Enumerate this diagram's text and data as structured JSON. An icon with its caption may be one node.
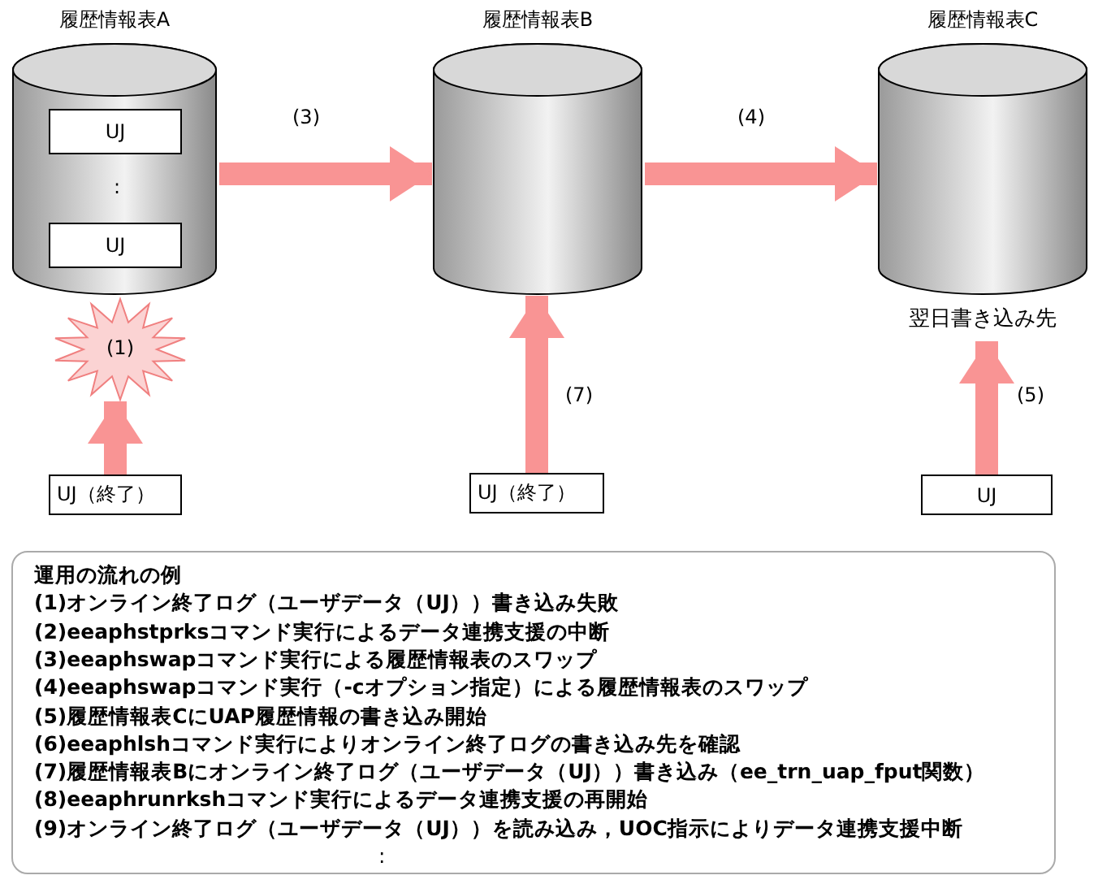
{
  "diagram": {
    "nodes": [
      {
        "text": [
          "履歴情報表A"
        ]
      },
      {
        "text": [
          "UJ"
        ],
        "in": 0
      },
      {
        "text": [
          "UJ"
        ],
        "in": 0
      },
      {
        "text": [
          "履歴情報表B"
        ]
      },
      {
        "text": [
          "履歴情報表C"
        ]
      },
      {
        "text": [
          "(1)"
        ]
      },
      {
        "text": [
          "翌日書き込み先"
        ]
      },
      {
        "text": [
          "UJ（終了）"
        ]
      },
      {
        "text": [
          "UJ（終了）"
        ]
      },
      {
        "text": [
          "UJ"
        ]
      },
      {
        "text": [
          "運用の流れの例",
          "(1)オンライン終了ログ（ユーザデータ（UJ））書き込み失敗",
          "(2)eeaphstprksコマンド実行によるデータ連携支援の中断",
          "(3)eeaphswapコマンド実行による履歴情報表のスワップ",
          "(4)eeaphswapコマンド実行（-cオプション指定）による履歴情報表のスワップ",
          "(5)履歴情報表CにUAP履歴情報の書き込み開始",
          "(6)eeaphlshコマンド実行によりオンライン終了ログの書き込み先を確認",
          "(7)履歴情報表Bにオンライン終了ログ（ユーザデータ（UJ））書き込み（ee_trn_uap_fput関数）",
          "(8)eeaphrunrkshコマンド実行によるデータ連携支援の再開始",
          "(9)オンライン終了ログ（ユーザデータ（UJ））を読み込み，UOC指示によりデータ連携支援中断",
          ":"
        ]
      }
    ],
    "edges": [
      {
        "from": 0,
        "to": 3,
        "arrow": "to",
        "label": "(3)"
      },
      {
        "from": 3,
        "to": 4,
        "arrow": "to",
        "label": "(4)"
      },
      {
        "from": 7,
        "to": 5,
        "arrow": "to"
      },
      {
        "from": 8,
        "to": 3,
        "arrow": "to",
        "label": "(7)"
      },
      {
        "from": 9,
        "to": 6,
        "arrow": "to",
        "label": "(5)"
      }
    ],
    "labels": [
      ":"
    ]
  }
}
